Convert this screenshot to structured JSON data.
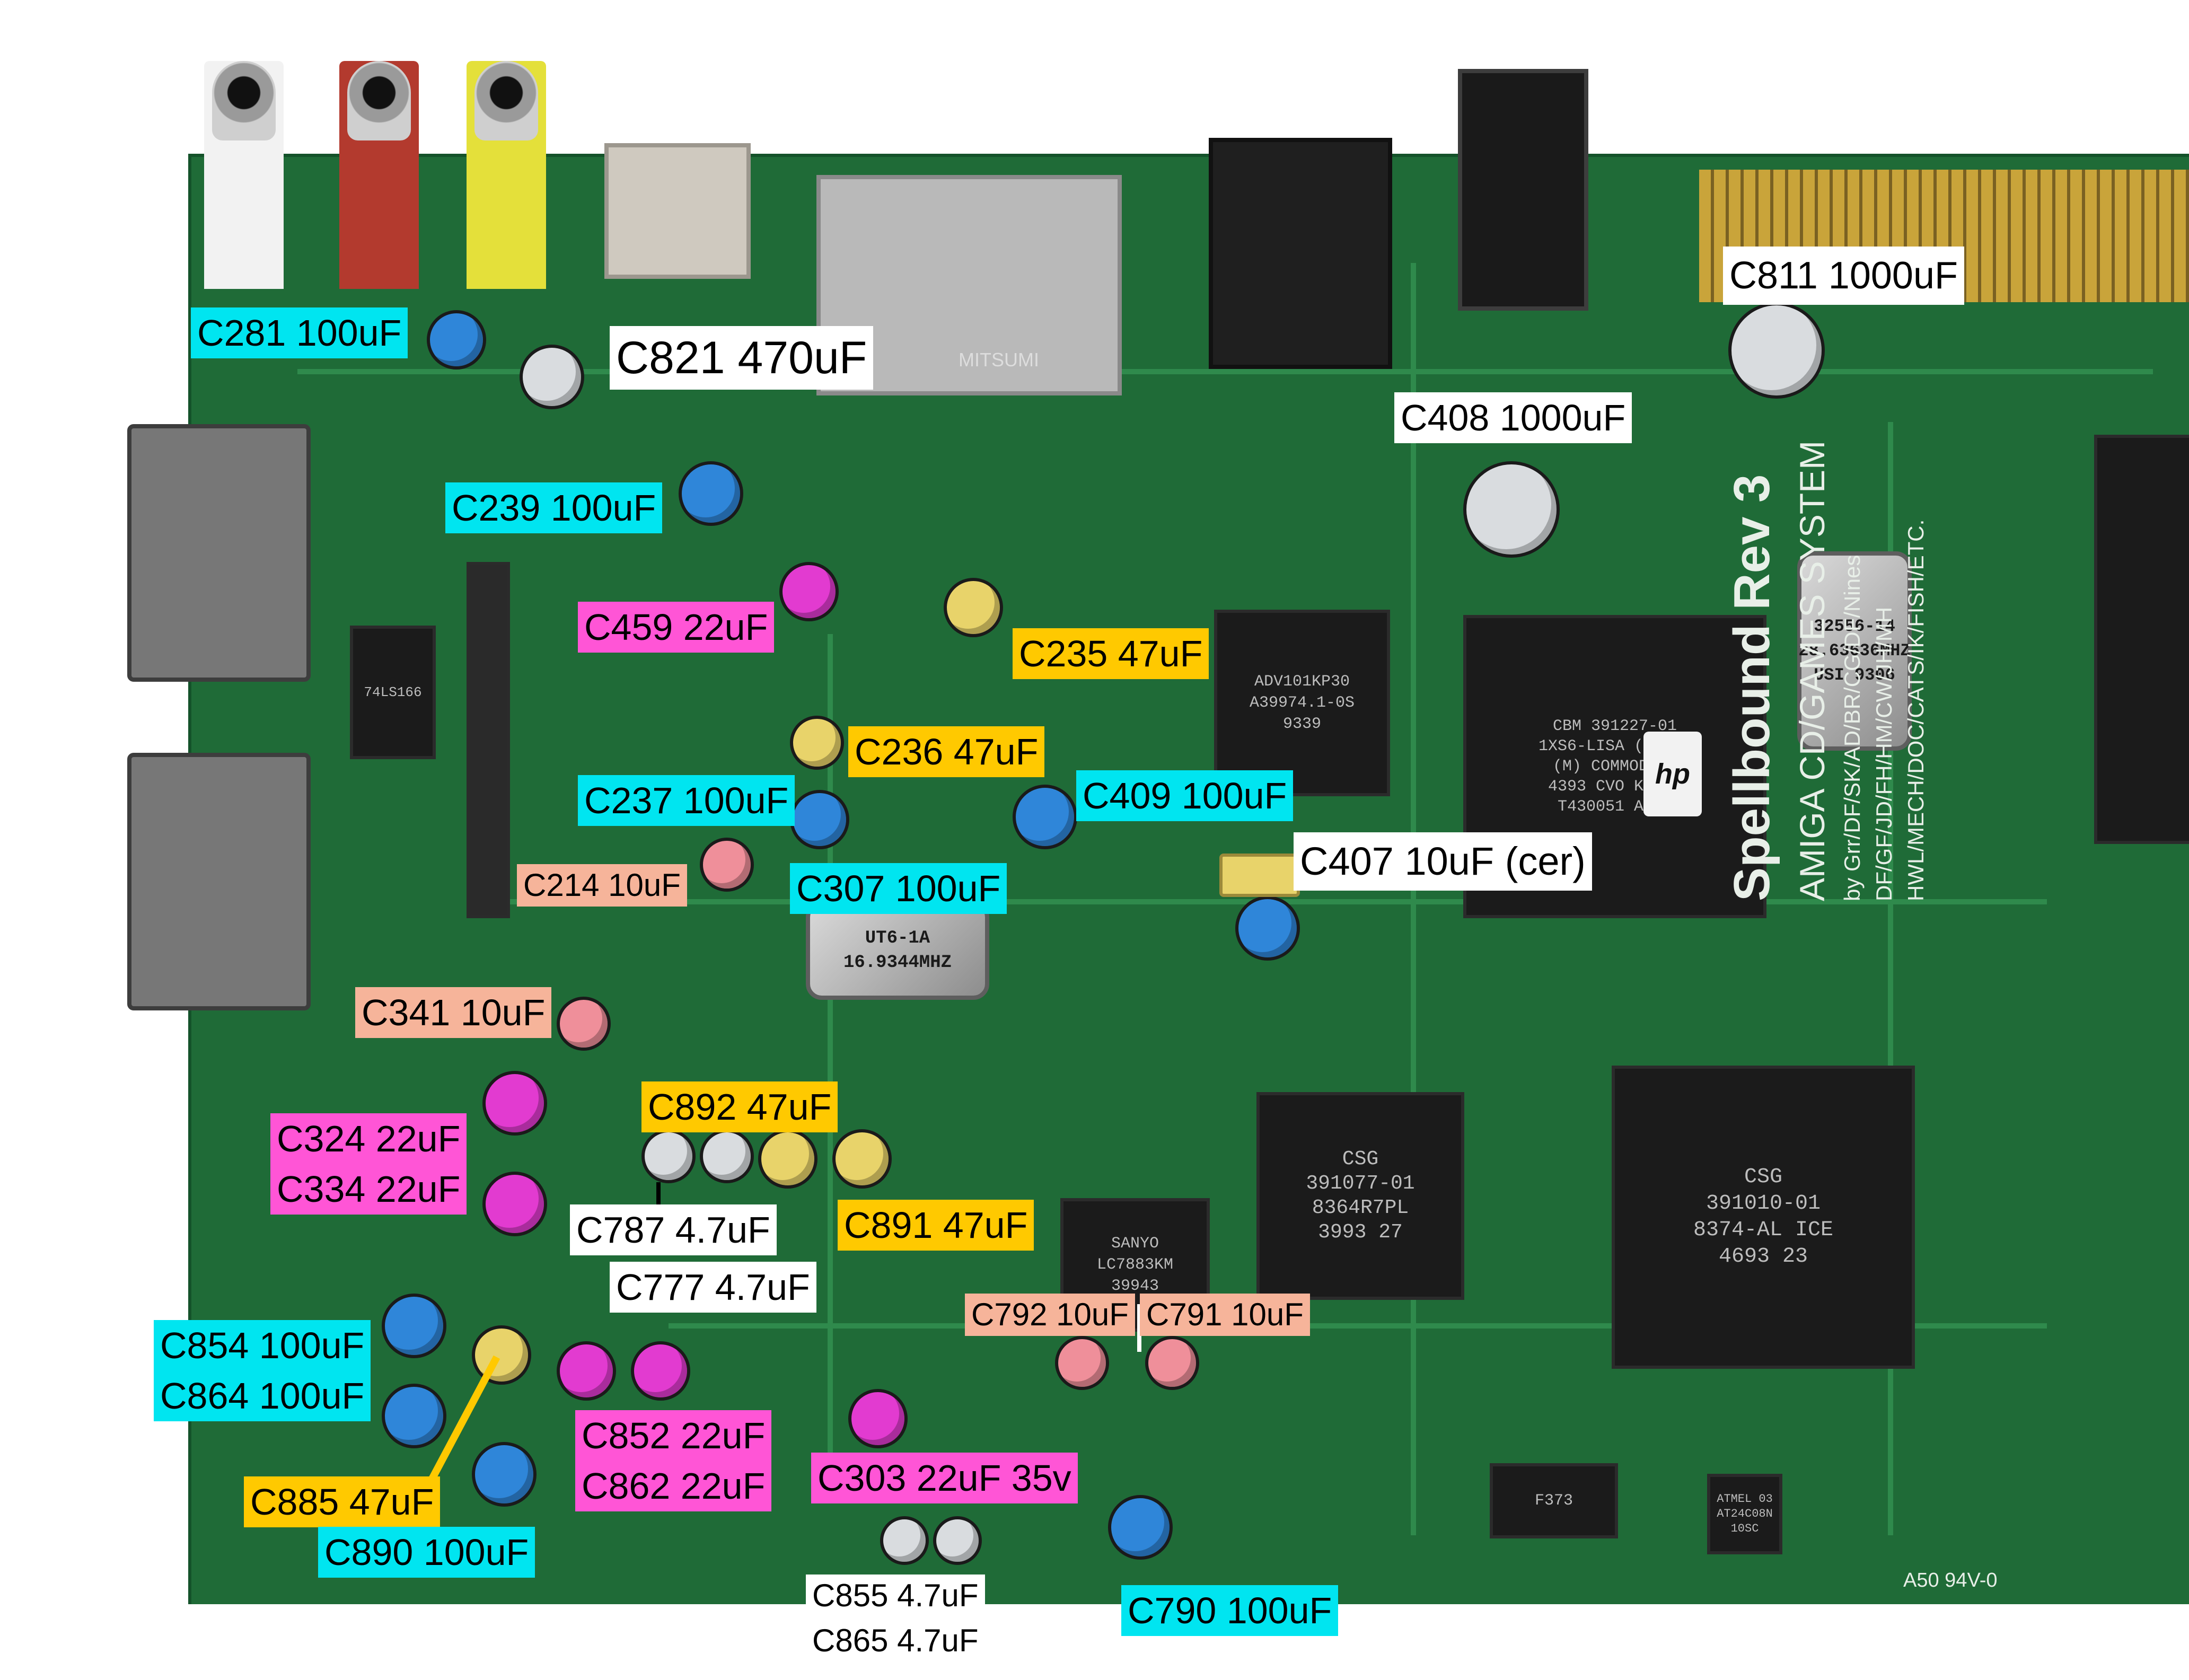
{
  "board": {
    "silkscreen_title": "Spellbound Rev 3",
    "silkscreen_subtitle": "AMIGA CD/GAMES SYSTEM",
    "silkscreen_credits": "by Grr/DF/SK/AD/BR/CG/DF/Nines",
    "silkscreen_credits2": "DF/GF/JD/FH/HM/CW/JH/MH",
    "silkscreen_credits3": "HWL/MECH/DOC/CATS/IK/FISH/ETC.",
    "silkscreen_code": "A50 94V-0"
  },
  "chips": {
    "adv": "ADV101KP30\nA39974.1-0S\n9339",
    "cbm": "CBM 391227-01\n1XS6-LISA (1204)\n(M) COMMODORE\n4393 CVO KOREA\nT430051 Anam",
    "cbm_logo": "hp",
    "csg1": "CSG\n391077-01\n8364R7PL\n3993 27",
    "csg2": "CSG\n391010-01\n8374-AL ICE\n4693 23",
    "sanyo": "SANYO\nLC7883KM\n39943",
    "mitsumi": "MITSUMI",
    "ls": "74LS166",
    "u32": "F373",
    "at24": "ATMEL 03\nAT24C08N\n10SC"
  },
  "crystals": {
    "x1": "32556-14\n28.63636MHZ\nUSI 9306",
    "x3": "UT6-1A\n16.9344MHZ"
  },
  "capacitor_labels": [
    {
      "id": "c281",
      "text": "C281 100uF",
      "color": "#00e5f0"
    },
    {
      "id": "c821",
      "text": "C821 470uF",
      "color": "#ffffff"
    },
    {
      "id": "c811",
      "text": "C811 1000uF",
      "color": "#ffffff"
    },
    {
      "id": "c408",
      "text": "C408 1000uF",
      "color": "#ffffff"
    },
    {
      "id": "c239",
      "text": "C239 100uF",
      "color": "#00e5f0"
    },
    {
      "id": "c459",
      "text": "C459 22uF",
      "color": "#ff55d6"
    },
    {
      "id": "c235",
      "text": "C235 47uF",
      "color": "#ffc900"
    },
    {
      "id": "c236",
      "text": "C236 47uF",
      "color": "#ffc900"
    },
    {
      "id": "c237",
      "text": "C237 100uF",
      "color": "#00e5f0"
    },
    {
      "id": "c409",
      "text": "C409 100uF",
      "color": "#00e5f0"
    },
    {
      "id": "c407",
      "text": "C407 10uF (cer)",
      "color": "#ffffff"
    },
    {
      "id": "c214",
      "text": "C214 10uF",
      "color": "#f6b49a"
    },
    {
      "id": "c307",
      "text": "C307 100uF",
      "color": "#00e5f0"
    },
    {
      "id": "c341",
      "text": "C341 10uF",
      "color": "#f6b49a"
    },
    {
      "id": "c892",
      "text": "C892 47uF",
      "color": "#ffc900"
    },
    {
      "id": "c324",
      "text": "C324 22uF",
      "color": "#ff55d6"
    },
    {
      "id": "c334",
      "text": "C334 22uF",
      "color": "#ff55d6"
    },
    {
      "id": "c787",
      "text": "C787 4.7uF",
      "color": "#ffffff"
    },
    {
      "id": "c891",
      "text": "C891 47uF",
      "color": "#ffc900"
    },
    {
      "id": "c777",
      "text": "C777 4.7uF",
      "color": "#ffffff"
    },
    {
      "id": "c792",
      "text": "C792 10uF",
      "color": "#f6b49a"
    },
    {
      "id": "c791",
      "text": "C791 10uF",
      "color": "#f6b49a"
    },
    {
      "id": "c854",
      "text": "C854 100uF",
      "color": "#00e5f0"
    },
    {
      "id": "c864",
      "text": "C864 100uF",
      "color": "#00e5f0"
    },
    {
      "id": "c852",
      "text": "C852 22uF",
      "color": "#ff55d6"
    },
    {
      "id": "c862",
      "text": "C862 22uF",
      "color": "#ff55d6"
    },
    {
      "id": "c303",
      "text": "C303 22uF 35v",
      "color": "#ff55d6"
    },
    {
      "id": "c885",
      "text": "C885 47uF",
      "color": "#ffc900"
    },
    {
      "id": "c890",
      "text": "C890 100uF",
      "color": "#00e5f0"
    },
    {
      "id": "c855",
      "text": "C855 4.7uF",
      "color": "#ffffff"
    },
    {
      "id": "c865",
      "text": "C865 4.7uF",
      "color": "#ffffff"
    },
    {
      "id": "c790",
      "text": "C790 100uF",
      "color": "#00e5f0"
    }
  ],
  "capacitor_colors": {
    "blue": "#2f86d9",
    "pink": "#e23bd0",
    "yellow": "#e8d36a",
    "salmon": "#ef8f9a",
    "silver": "#d9dcdf"
  }
}
